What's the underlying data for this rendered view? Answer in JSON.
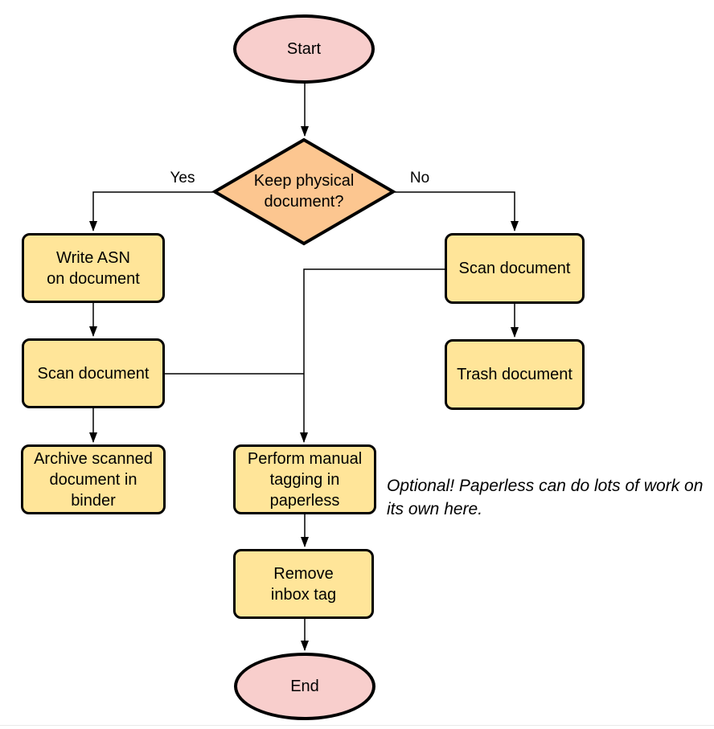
{
  "colors": {
    "process_fill": "#FFE599",
    "decision_fill": "#FCC690",
    "terminal_fill": "#F8CECC",
    "stroke": "#000000",
    "text": "#000000"
  },
  "nodes": {
    "start": {
      "label": "Start",
      "type": "terminal"
    },
    "decision": {
      "label": "Keep physical\ndocument?",
      "type": "decision"
    },
    "write_asn": {
      "label": "Write ASN\non document",
      "type": "process"
    },
    "scan_left": {
      "label": "Scan document",
      "type": "process"
    },
    "archive": {
      "label": "Archive scanned\ndocument in\nbinder",
      "type": "process"
    },
    "scan_right": {
      "label": "Scan document",
      "type": "process"
    },
    "trash": {
      "label": "Trash document",
      "type": "process"
    },
    "tagging": {
      "label": "Perform manual\ntagging in\npaperless",
      "type": "process"
    },
    "remove_inbox": {
      "label": "Remove\ninbox tag",
      "type": "process"
    },
    "end": {
      "label": "End",
      "type": "terminal"
    }
  },
  "edge_labels": {
    "yes": "Yes",
    "no": "No"
  },
  "note": {
    "text": "Optional! Paperless can do lots of work on\nits own here."
  }
}
